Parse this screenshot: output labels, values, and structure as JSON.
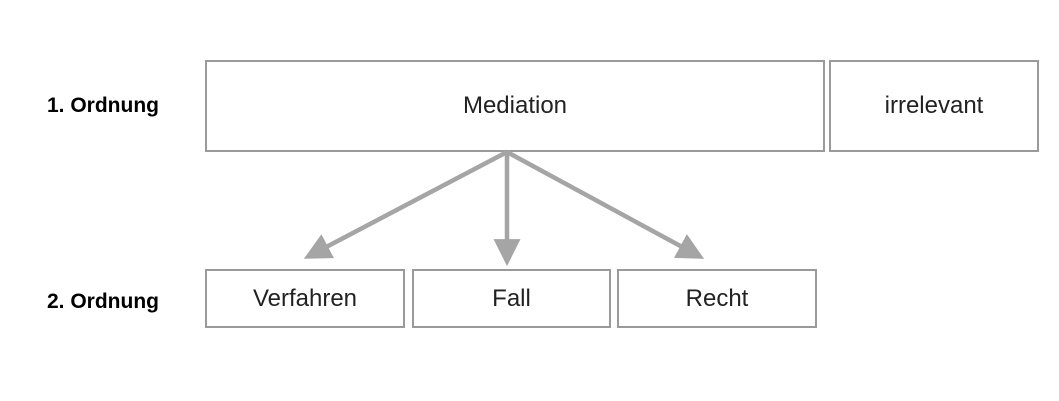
{
  "rows": {
    "first": "1. Ordnung",
    "second": "2. Ordnung"
  },
  "first_order": {
    "main": "Mediation",
    "other": "irrelevant"
  },
  "second_order": {
    "items": [
      "Verfahren",
      "Fall",
      "Recht"
    ]
  },
  "colors": {
    "box_border": "#9a9a9a",
    "arrow": "#a5a5a5",
    "text": "#222222",
    "label": "#000000"
  }
}
